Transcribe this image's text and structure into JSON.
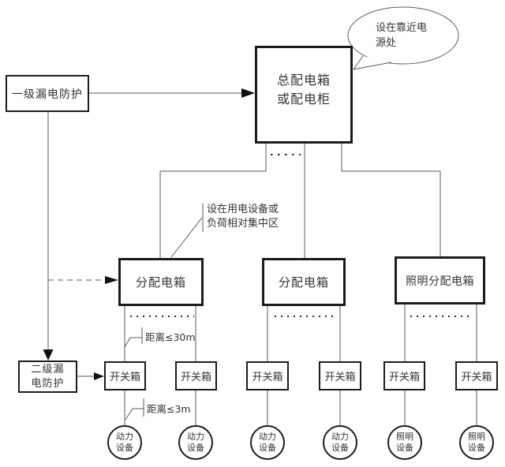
{
  "diagram": {
    "callout": {
      "text": "设在靠近电\n源处"
    },
    "note": {
      "text": "设在用电设备或\n负荷相对集中区"
    },
    "boxes": {
      "level1_protection": {
        "label": "一级漏电防护"
      },
      "main": {
        "label": "总配电箱\n或配电柜"
      },
      "level2_protection": {
        "label": "二级漏\n电防护"
      }
    },
    "distribution_boxes": [
      {
        "label": "分配电箱"
      },
      {
        "label": "分配电箱"
      },
      {
        "label": "照明分配电箱"
      }
    ],
    "switch_boxes": [
      {
        "label": "开关箱"
      },
      {
        "label": "开关箱"
      },
      {
        "label": "开关箱"
      },
      {
        "label": "开关箱"
      },
      {
        "label": "开关箱"
      },
      {
        "label": "开关箱"
      }
    ],
    "devices": [
      {
        "label": "动力\n设备"
      },
      {
        "label": "动力\n设备"
      },
      {
        "label": "动力\n设备"
      },
      {
        "label": "动力\n设备"
      },
      {
        "label": "照明\n设备"
      },
      {
        "label": "照明\n设备"
      }
    ],
    "distance_labels": [
      {
        "text": "距离≤30m"
      },
      {
        "text": "距离≤3m"
      }
    ],
    "colors": {
      "line": "#5a5a5a",
      "border": "#1c1c1c",
      "background": "#ffffff",
      "text": "#333333"
    }
  }
}
